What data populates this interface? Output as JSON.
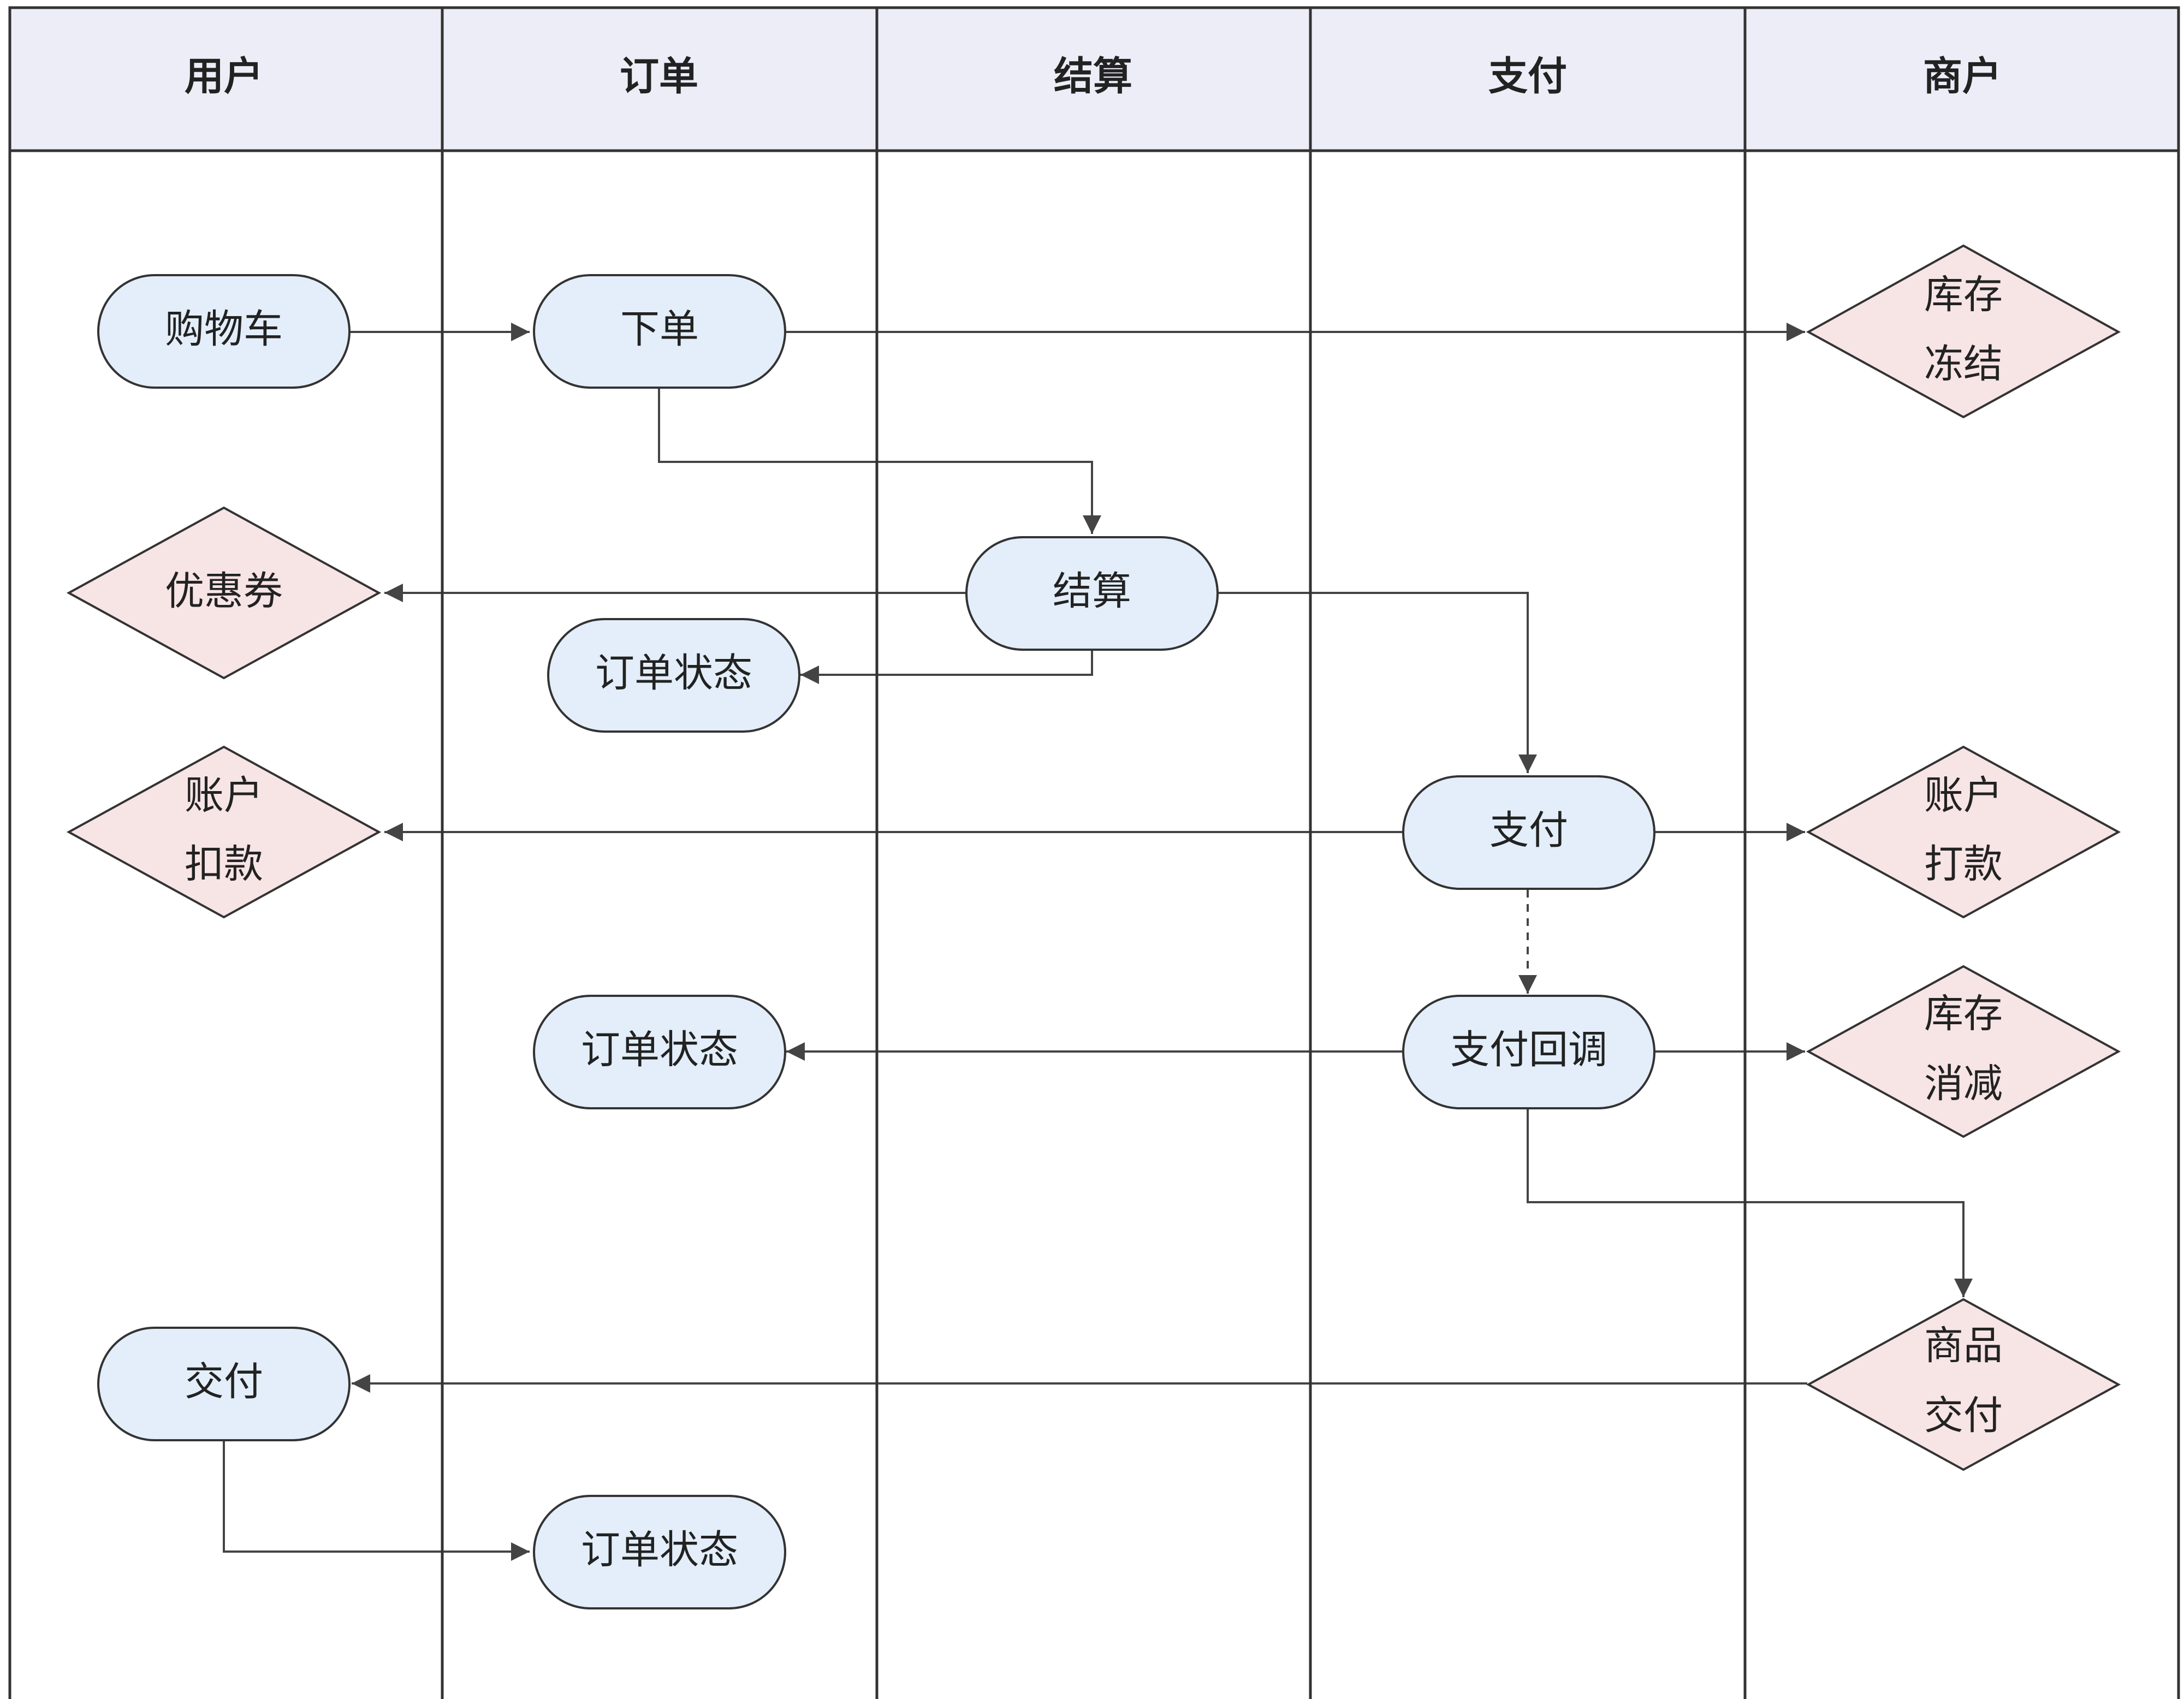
{
  "lanes": [
    "用户",
    "订单",
    "结算",
    "支付",
    "商户"
  ],
  "nodes": {
    "cart": "购物车",
    "place_order": "下单",
    "stock_freeze": [
      "库存",
      "冻结"
    ],
    "settle": "结算",
    "coupon": "优惠券",
    "order_status_1": "订单状态",
    "pay": "支付",
    "account_debit": [
      "账户",
      "扣款"
    ],
    "account_credit": [
      "账户",
      "打款"
    ],
    "order_status_2": "订单状态",
    "pay_callback": "支付回调",
    "stock_deduct": [
      "库存",
      "消减"
    ],
    "goods_delivery": [
      "商品",
      "交付"
    ],
    "deliver": "交付",
    "order_status_3": "订单状态"
  },
  "colors": {
    "header_bg": "#ededf8",
    "process_fill": "#e3eefa",
    "decision_fill": "#f7e4e4",
    "line": "#444444",
    "border": "#333333"
  }
}
